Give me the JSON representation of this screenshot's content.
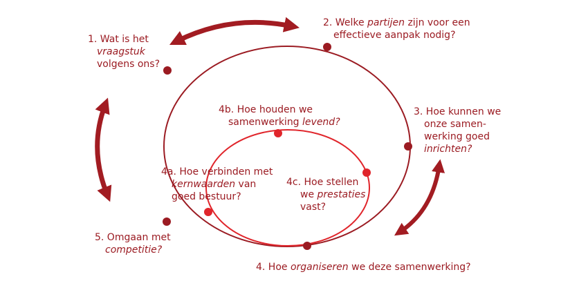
{
  "colors": {
    "dark": "#9b1b22",
    "bright": "#e0252b",
    "arrow": "#a21c22"
  },
  "labels": {
    "q1": {
      "l1": "1. Wat is het",
      "l2": "vraagstuk",
      "l3": "volgens ons?"
    },
    "q2": {
      "a": "2. Welke ",
      "b": "partijen",
      "c": " zijn voor een",
      "l2": "effectieve aanpak nodig?"
    },
    "q3": {
      "l1": "3. Hoe kunnen we",
      "l2": "onze samen-",
      "l3": "werking goed",
      "l4": "inrichten?"
    },
    "q4": {
      "a": "4. Hoe ",
      "b": "organiseren",
      "c": " we deze samenwerking?"
    },
    "q4a": {
      "l1": "4a. Hoe verbinden met",
      "l2a": "kernwaarden",
      "l2b": " van",
      "l3": "goed bestuur?"
    },
    "q4b": {
      "l1": "4b. Hoe houden we",
      "l2a": "samenwerking ",
      "l2b": "levend?"
    },
    "q4c": {
      "l1": "4c. Hoe stellen",
      "l2a": "we ",
      "l2b": "prestaties",
      "l3": "vast?"
    },
    "q5": {
      "l1": "5. Omgaan met",
      "l2": "competitie?"
    }
  }
}
